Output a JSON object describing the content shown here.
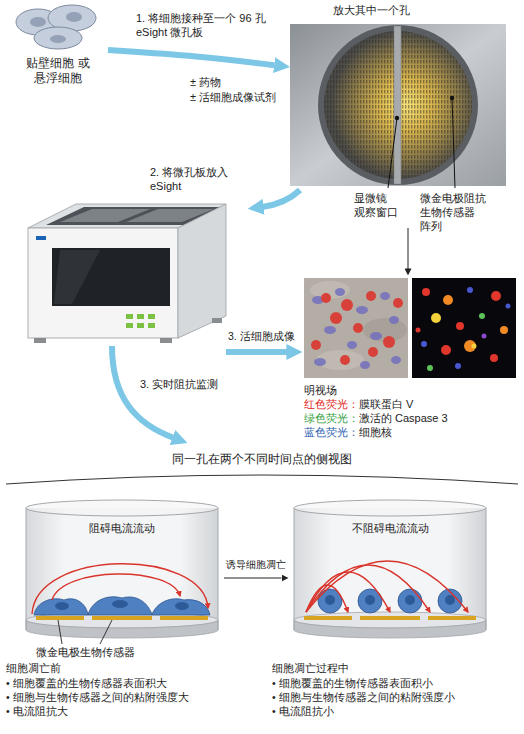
{
  "diagram": {
    "nodes": [
      {
        "text": [
          "贴壁细胞 或 悬浮细胞"
        ]
      },
      {
        "text": [
          "放大其中一个孔"
        ]
      },
      {
        "text": [
          "阻碍电流流动"
        ]
      },
      {
        "text": [
          "不阻碍电流流动"
        ]
      }
    ],
    "edges": [
      {
        "from": 0,
        "to": 1,
        "label": "1. 将细胞接种至一个 96 孔 eSight 微孔板",
        "arrow": "to"
      },
      {
        "from": 2,
        "to": 3,
        "label": "诱导细胞凋亡",
        "arrow": "to"
      }
    ],
    "labels": [
      "± 药物",
      "± 活细胞成像试剂",
      "显微镜 观察窗口",
      "微金电极阻抗 生物传感器 阵列",
      "2. 将微孔板放入 eSight",
      "3. 活细胞成像",
      "明视场",
      "红色荧光：",
      "膜联蛋白 V",
      "绿色荧光：",
      "激活的 Caspase 3",
      "蓝色荧光：",
      "细胞核",
      "3. 实时阻抗监测",
      "同一孔在两个不同时间点的侧视图",
      "微金电极生物传感器",
      "细胞凋亡前",
      "• 细胞覆盖的生物传感器表面积大",
      "• 细胞与生物传感器之间的粘附强度大",
      "• 电流阻抗大",
      "细胞凋亡过程中",
      "• 细胞覆盖的生物传感器表面积小",
      "• 细胞与生物传感器之间的粘附强度小",
      "• 电流阻抗小"
    ]
  }
}
